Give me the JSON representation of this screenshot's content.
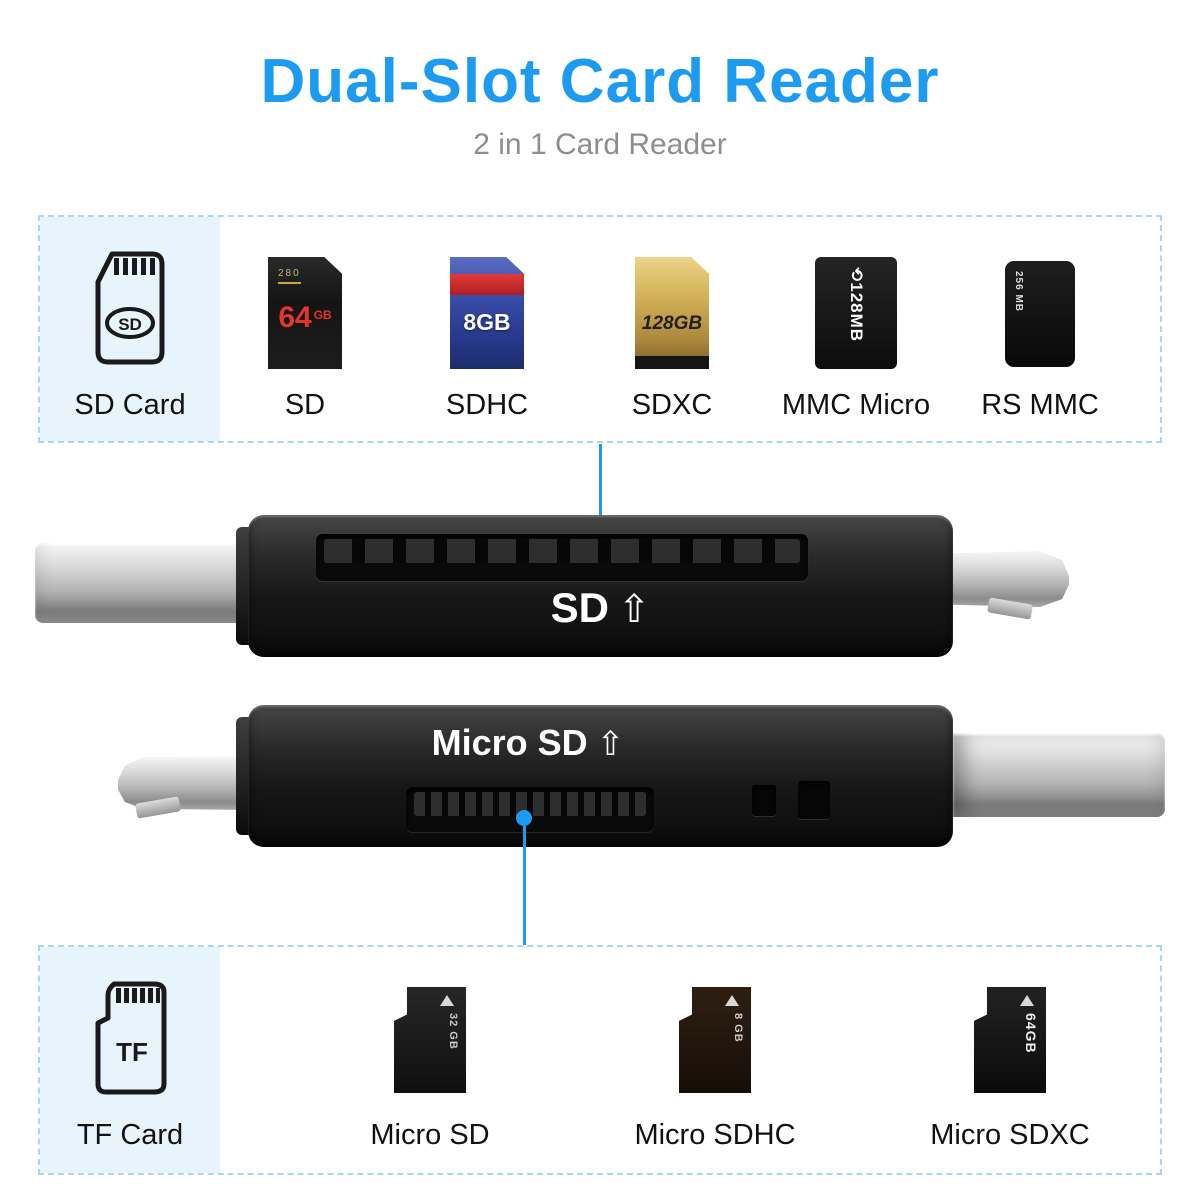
{
  "header": {
    "title": "Dual-Slot Card Reader",
    "subtitle": "2 in 1 Card Reader"
  },
  "colors": {
    "accent": "#1D9BF0",
    "panel_blue": "#E8F4FC",
    "dashed_border": "#A8D8F3"
  },
  "sd_section": {
    "panel_label": "SD Card",
    "icon_text": "SD",
    "cards": [
      {
        "label": "SD",
        "top_text": "280",
        "capacity": "64",
        "capacity_unit": "GB"
      },
      {
        "label": "SDHC",
        "capacity": "8GB"
      },
      {
        "label": "SDXC",
        "capacity": "128GB"
      },
      {
        "label": "MMC Micro",
        "logo": "⟲",
        "capacity": "128MB"
      },
      {
        "label": "RS MMC",
        "capacity": "256 MB"
      }
    ]
  },
  "reader_sd": {
    "slot_label": "SD",
    "arrow": "⇧"
  },
  "reader_micro": {
    "slot_label": "Micro SD",
    "arrow": "⇧"
  },
  "tf_section": {
    "panel_label": "TF Card",
    "icon_text": "TF",
    "cards": [
      {
        "label": "Micro SD",
        "capacity": "32 GB"
      },
      {
        "label": "Micro SDHC",
        "capacity": "8 GB"
      },
      {
        "label": "Micro SDXC",
        "capacity": "64GB"
      }
    ]
  }
}
